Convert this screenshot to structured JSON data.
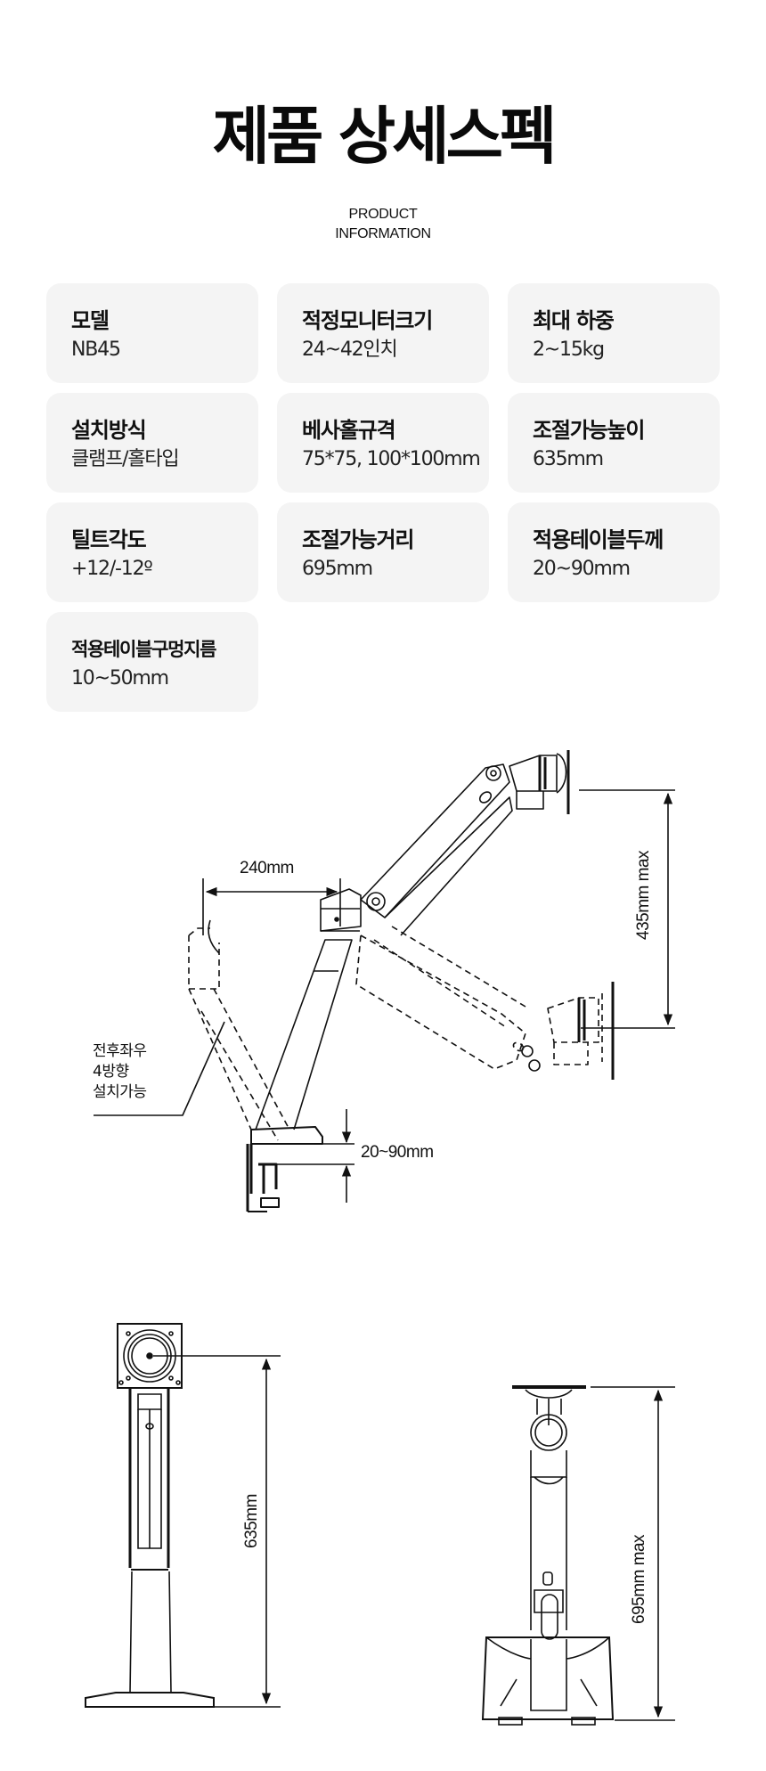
{
  "header": {
    "title": "제품 상세스펙",
    "subtitle_line1": "PRODUCT",
    "subtitle_line2": "INFORMATION"
  },
  "specs": [
    {
      "label": "모델",
      "value": "NB45"
    },
    {
      "label": "적정모니터크기",
      "value": "24~42인치"
    },
    {
      "label": "최대 하중",
      "value": "2~15kg"
    },
    {
      "label": "설치방식",
      "value": "클램프/홀타입"
    },
    {
      "label": "베사홀규격",
      "value": "75*75, 100*100mm"
    },
    {
      "label": "조절가능높이",
      "value": "635mm"
    },
    {
      "label": "틸트각도",
      "value": "+12/-12º"
    },
    {
      "label": "조절가능거리",
      "value": "695mm"
    },
    {
      "label": "적용테이블두께",
      "value": "20~90mm"
    },
    {
      "label": "적용테이블구멍지름",
      "value": "10~50mm"
    }
  ],
  "diagram_side": {
    "dim_width": "240mm",
    "dim_height": "435mm max",
    "dim_clamp": "20~90mm",
    "note_line1": "전후좌우",
    "note_line2": "4방향",
    "note_line3": "설치가능"
  },
  "diagram_front": {
    "dim_height": "635mm"
  },
  "diagram_profile": {
    "dim_height": "695mm max"
  }
}
